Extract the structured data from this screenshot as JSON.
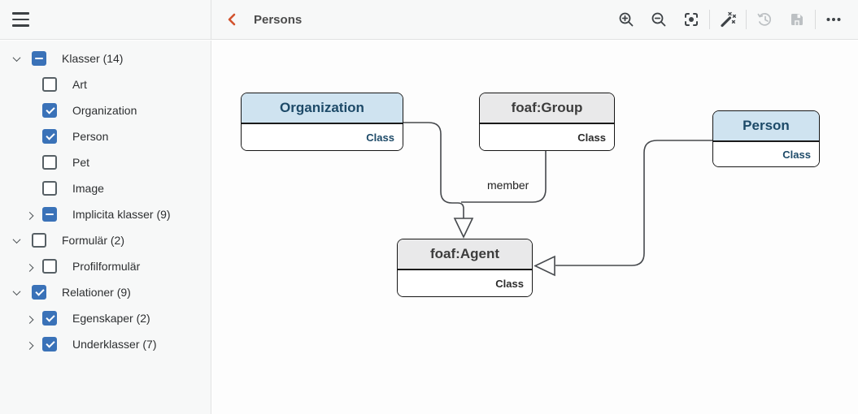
{
  "topbar": {
    "title": "Persons",
    "back_icon": "chevron-left-icon",
    "menu_icon": "hamburger-icon",
    "tools": [
      {
        "name": "zoom-in",
        "enabled": true
      },
      {
        "name": "zoom-out",
        "enabled": true
      },
      {
        "name": "fit-view",
        "enabled": true
      },
      {
        "name": "auto-layout-wand",
        "enabled": true
      },
      {
        "name": "history",
        "enabled": false
      },
      {
        "name": "save",
        "enabled": false
      },
      {
        "name": "more-options",
        "enabled": true
      }
    ]
  },
  "sidebar": {
    "items": [
      {
        "label": "Klasser (14)",
        "level": 1,
        "expander": "expanded",
        "checkbox": "indeterminate"
      },
      {
        "label": "Art",
        "level": 2,
        "expander": "none",
        "checkbox": "unchecked"
      },
      {
        "label": "Organization",
        "level": 2,
        "expander": "none",
        "checkbox": "checked"
      },
      {
        "label": "Person",
        "level": 2,
        "expander": "none",
        "checkbox": "checked"
      },
      {
        "label": "Pet",
        "level": 2,
        "expander": "none",
        "checkbox": "unchecked"
      },
      {
        "label": "Image",
        "level": 2,
        "expander": "none",
        "checkbox": "unchecked"
      },
      {
        "label": "Implicita klasser (9)",
        "level": 2,
        "expander": "collapsed",
        "checkbox": "indeterminate"
      },
      {
        "label": "Formulär (2)",
        "level": 1,
        "expander": "expanded",
        "checkbox": "unchecked"
      },
      {
        "label": "Profilformulär",
        "level": 2,
        "expander": "collapsed",
        "checkbox": "unchecked"
      },
      {
        "label": "Relationer (9)",
        "level": 1,
        "expander": "expanded",
        "checkbox": "checked"
      },
      {
        "label": "Egenskaper (2)",
        "level": 2,
        "expander": "collapsed",
        "checkbox": "checked"
      },
      {
        "label": "Underklasser (7)",
        "level": 2,
        "expander": "collapsed",
        "checkbox": "checked"
      }
    ]
  },
  "canvas": {
    "nodes": [
      {
        "title": "Organization",
        "subtitle": "Class",
        "variant": "blue"
      },
      {
        "title": "foaf:Group",
        "subtitle": "Class",
        "variant": "gray"
      },
      {
        "title": "Person",
        "subtitle": "Class",
        "variant": "blue"
      },
      {
        "title": "foaf:Agent",
        "subtitle": "Class",
        "variant": "gray"
      }
    ],
    "edges": [
      {
        "from": "Organization",
        "to": "foaf:Agent",
        "type": "subclass-arrow",
        "label": ""
      },
      {
        "from": "foaf:Group",
        "to": "foaf:Agent",
        "type": "subclass-arrow",
        "label": "member"
      },
      {
        "from": "Person",
        "to": "foaf:Agent",
        "type": "subclass-arrow",
        "label": ""
      }
    ],
    "edge_label": "member"
  },
  "colors": {
    "accent_blue": "#3a72b8",
    "node_blue_header": "#cfe3f0",
    "node_gray_header": "#e9e9ea",
    "node_blue_text": "#1d4a68",
    "edge_stroke": "#46494d",
    "back_orange": "#d2532e",
    "bar_background": "#f7f8f8"
  }
}
